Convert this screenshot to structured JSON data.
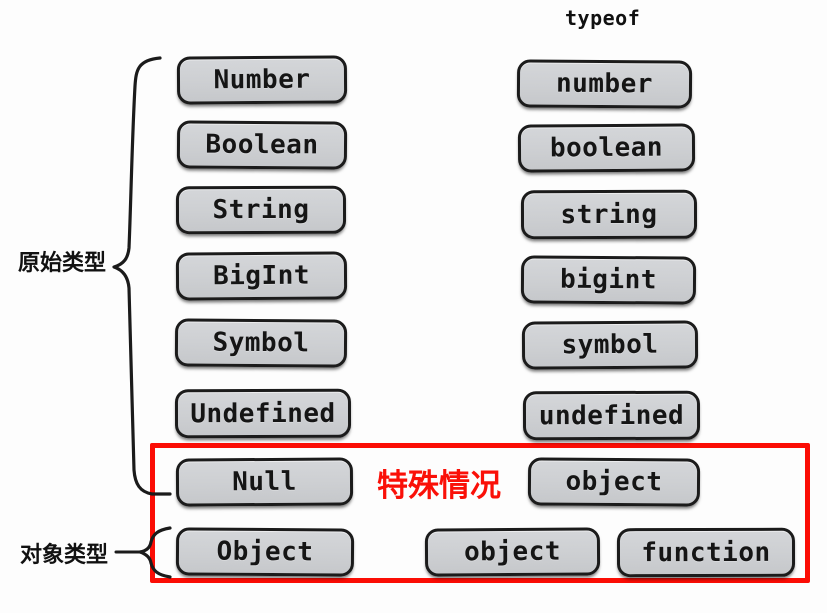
{
  "diagram": {
    "title_typeof": "typeof",
    "group_labels": {
      "primitive": "原始类型",
      "object": "对象类型"
    },
    "annotation": {
      "special_case": "特殊情况",
      "color": "#fb0d05"
    },
    "colors": {
      "chip_fill": "#cdcfd2",
      "chip_border": "#1b1b1b",
      "highlight": "#fb0d05",
      "background": "#fdfdfd",
      "text": "#151515"
    },
    "left_column": [
      {
        "label": "Number"
      },
      {
        "label": "Boolean"
      },
      {
        "label": "String"
      },
      {
        "label": "BigInt"
      },
      {
        "label": "Symbol"
      },
      {
        "label": "Undefined"
      },
      {
        "label": "Null"
      },
      {
        "label": "Object"
      }
    ],
    "right_column": [
      {
        "label": "number"
      },
      {
        "label": "boolean"
      },
      {
        "label": "string"
      },
      {
        "label": "bigint"
      },
      {
        "label": "symbol"
      },
      {
        "label": "undefined"
      },
      {
        "label": "object"
      },
      {
        "label": "object"
      },
      {
        "label": "function"
      }
    ]
  }
}
